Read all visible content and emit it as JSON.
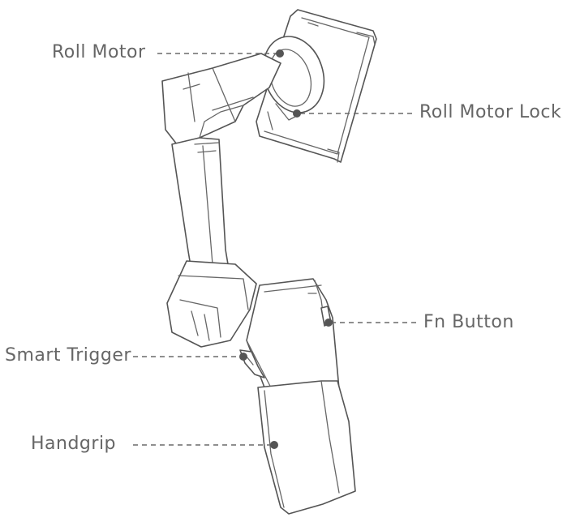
{
  "callouts": {
    "roll_motor": "Roll Motor",
    "roll_motor_lock": "Roll Motor Lock",
    "fn_button": "Fn Button",
    "smart_trigger": "Smart Trigger",
    "handgrip": "Handgrip"
  },
  "colors": {
    "line": "#555555",
    "label_text": "#666666",
    "background": "#ffffff"
  }
}
